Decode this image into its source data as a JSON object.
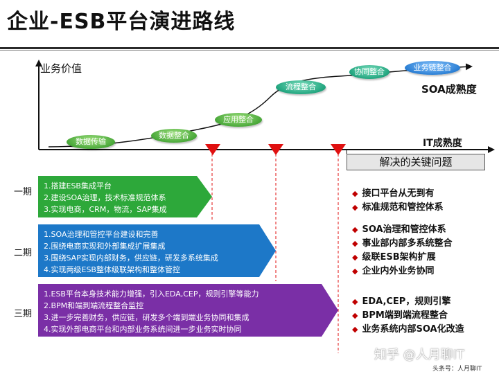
{
  "title": "企业-ESB平台演进路线",
  "y_axis_label": "业务价值",
  "x_axis_label": "IT成熟度",
  "curve_label": "SOA成熟度",
  "stages": [
    {
      "label": "数据传输",
      "color": "green"
    },
    {
      "label": "数据整合",
      "color": "green"
    },
    {
      "label": "应用整合",
      "color": "green"
    },
    {
      "label": "流程整合",
      "color": "teal"
    },
    {
      "label": "协同整合",
      "color": "teal"
    },
    {
      "label": "业务链整合",
      "color": "blue"
    }
  ],
  "phases": [
    {
      "name": "一期",
      "color": "#2da83a",
      "items": [
        "1.搭建ESB集成平台",
        "2.建设SOA治理，技术标准规范体系",
        "3.实现电商，CRM，物流，SAP集成"
      ]
    },
    {
      "name": "二期",
      "color": "#1d78c8",
      "items": [
        "1.SOA治理和管控平台建设和完善",
        "2.围绕电商实现和外部集成扩展集成",
        "3.围绕SAP实现内部财务，供应链，研发多系统集成",
        "4.实现两级ESB整体级联架构和整体管控"
      ]
    },
    {
      "name": "三期",
      "color": "#7a2fa6",
      "items": [
        "1.ESB平台本身技术能力增强，引入EDA,CEP，规则引擎等能力",
        "2.BPM和端到端流程整合监控",
        "3.进一步完善财务，供应链，研发多个端到端业务协同和集成",
        "4.实现外部电商平台和内部业务系统间进一步业务实时协同"
      ]
    }
  ],
  "issues_header": "解决的关键问题",
  "issues": [
    [
      "接口平台从无到有",
      "标准规范和管控体系"
    ],
    [
      "SOA治理和管控体系",
      "事业部内部多系统整合",
      "级联ESB架构扩展",
      "企业内外业务协同"
    ],
    [
      "EDA,CEP，规则引擎",
      "BPM端到端流程整合",
      "业务系统内部SOA化改造"
    ]
  ],
  "watermark": "知乎 @人月聊IT",
  "source": "头条号：人月聊IT",
  "colors": {
    "marker": "#e01010",
    "bullet": "#c00000"
  }
}
